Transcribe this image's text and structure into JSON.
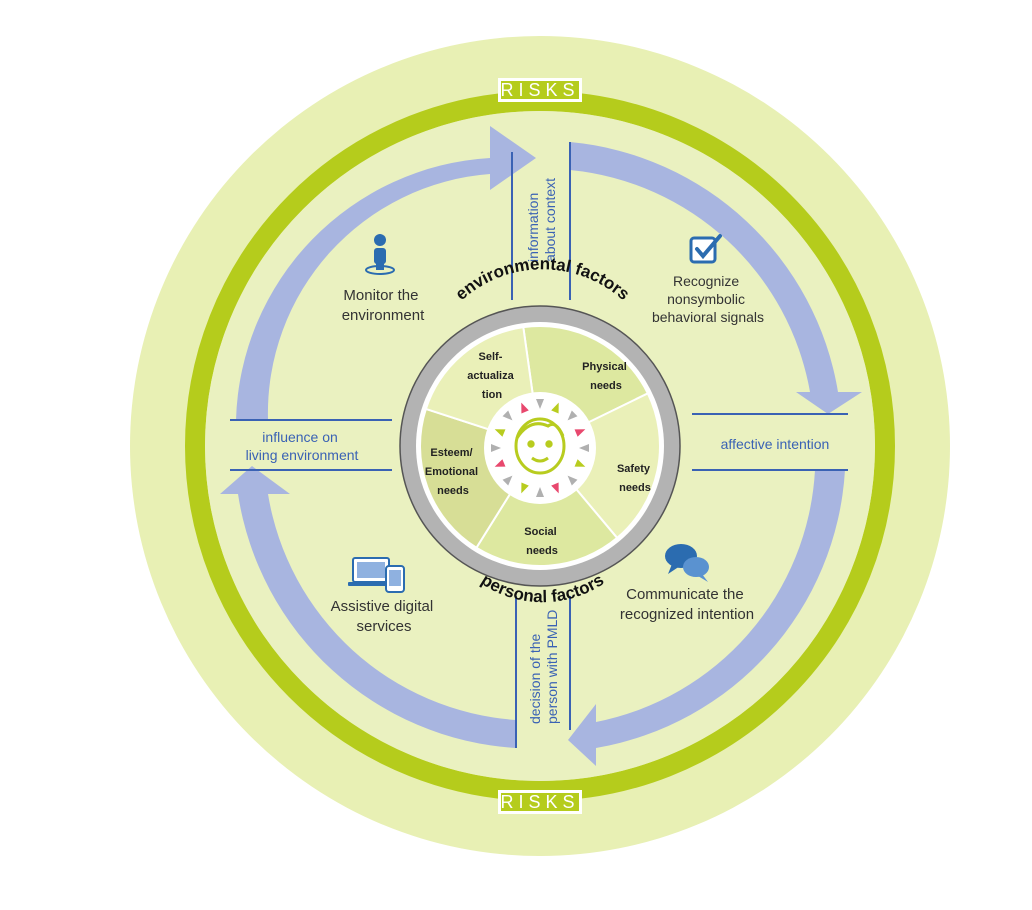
{
  "risks": {
    "top": "RISKS",
    "bottom": "RISKS"
  },
  "ring_labels": {
    "top": "environmental factors",
    "bottom": "personal factors"
  },
  "flows": {
    "top": [
      "information",
      "about context"
    ],
    "right": [
      "affective intention"
    ],
    "bottom": [
      "decision of the",
      "person with PMLD"
    ],
    "left": [
      "influence on",
      "living environment"
    ]
  },
  "steps": {
    "monitor": {
      "icon": "person-location-icon",
      "lines": [
        "Monitor the",
        "environment"
      ]
    },
    "recognize": {
      "icon": "checkbox-icon",
      "lines": [
        "Recognize",
        "nonsymbolic",
        "behavioral signals"
      ]
    },
    "communicate": {
      "icon": "speech-bubbles-icon",
      "lines": [
        "Communicate the",
        "recognized intention"
      ]
    },
    "assistive": {
      "icon": "devices-icon",
      "lines": [
        "Assistive digital",
        "services"
      ]
    }
  },
  "needs": {
    "self": [
      "Self-",
      "actualiza",
      "tion"
    ],
    "physical": [
      "Physical",
      "needs"
    ],
    "safety": [
      "Safety",
      "needs"
    ],
    "social": [
      "Social",
      "needs"
    ],
    "esteem": [
      "Esteem/",
      "Emotional",
      "needs"
    ]
  },
  "center_icon": "face-icon",
  "colors": {
    "background_outer": "#e8f0b4",
    "risk_ring": "#b5cc1c",
    "inner_field": "#eaf1c0",
    "arrow": "#a8b5e0",
    "divider": "#3a62b4",
    "ring_grey": "#b3b3b3",
    "segment_light": "#eaf0b8",
    "segment_mid": "#dde8a0",
    "segment_dark": "#d7de96",
    "icon_blue": "#2b6cb0",
    "face_green": "#b8cc1f",
    "pink": "#e8486e",
    "grey_arrow": "#b0b0b0"
  }
}
